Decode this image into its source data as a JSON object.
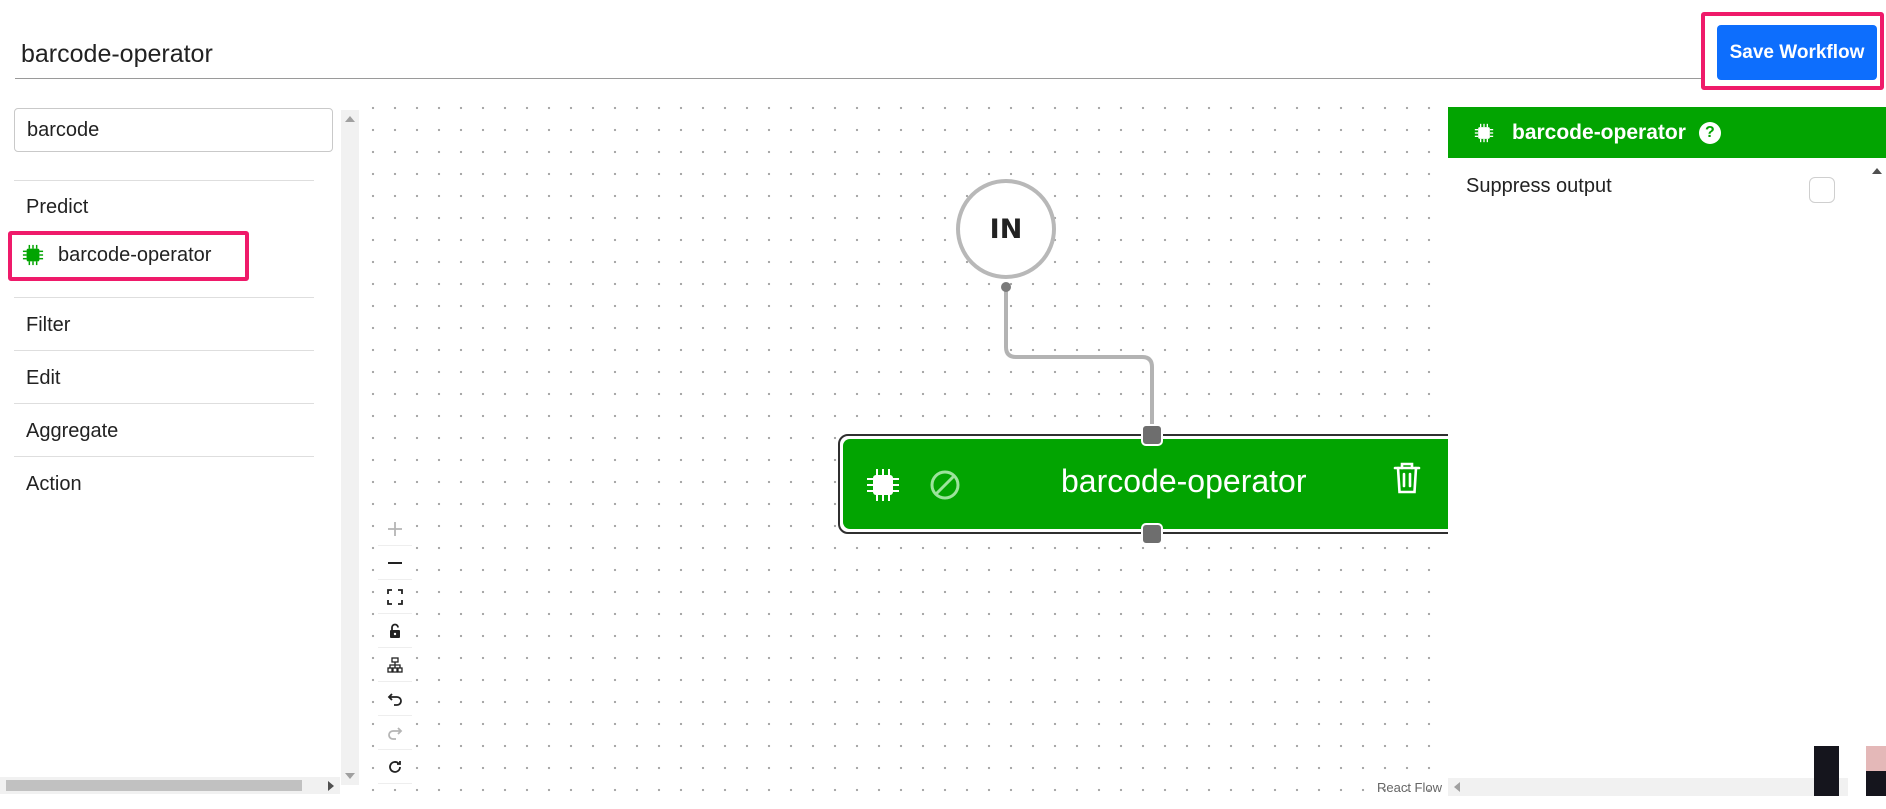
{
  "header": {
    "workflow_name": "barcode-operator",
    "save_label": "Save Workflow"
  },
  "sidebar": {
    "search_value": "barcode",
    "categories": [
      {
        "label": "Predict",
        "items": [
          {
            "label": "barcode-operator",
            "icon": "chip-icon"
          }
        ]
      },
      {
        "label": "Filter"
      },
      {
        "label": "Edit"
      },
      {
        "label": "Aggregate"
      },
      {
        "label": "Action"
      }
    ]
  },
  "canvas": {
    "input_node": {
      "label": "IN"
    },
    "operator_node": {
      "title": "barcode-operator",
      "icons": [
        "chip-icon",
        "ban-icon",
        "trash-icon"
      ]
    },
    "controls": [
      "zoom-in",
      "zoom-out",
      "fit-view",
      "lock",
      "auto-layout",
      "undo",
      "redo",
      "refresh"
    ],
    "attribution": "React Flow"
  },
  "panel": {
    "title": "barcode-operator",
    "help": "?",
    "suppress_output_label": "Suppress output",
    "suppress_output_checked": false
  },
  "colors": {
    "primary_button": "#0d6efd",
    "operator_green": "#02a401",
    "highlight": "#ef1a6a"
  }
}
